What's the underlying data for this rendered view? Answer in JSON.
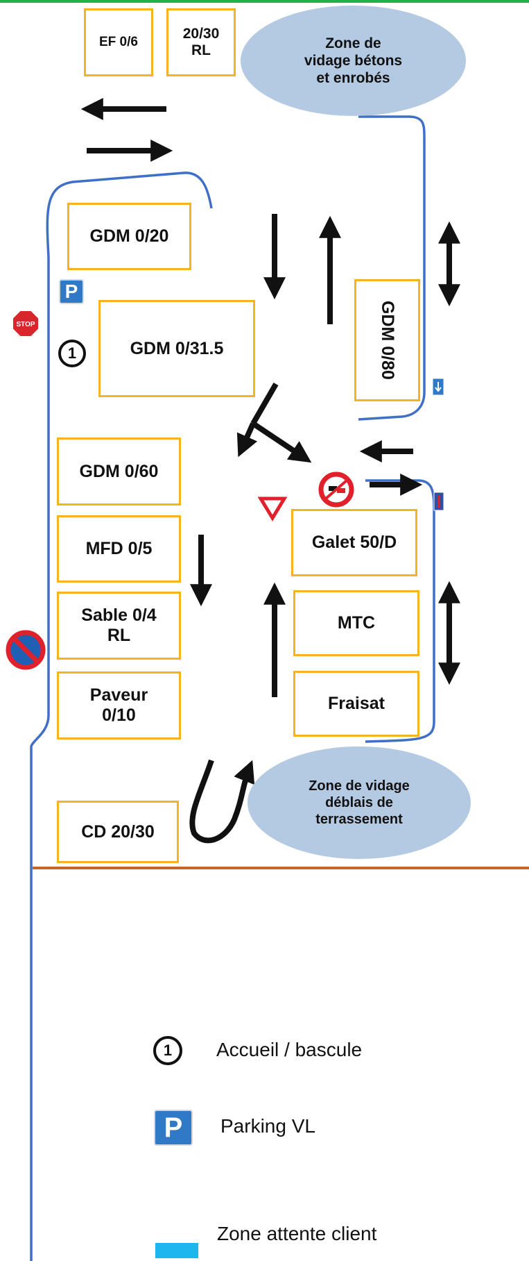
{
  "boxes": {
    "ef_0_6": "EF 0/6",
    "rl_20_30": "20/30\nRL",
    "gdm_0_20": "GDM 0/20",
    "gdm_0_31_5": "GDM 0/31.5",
    "gdm_0_80": "GDM 0/80",
    "gdm_0_60": "GDM 0/60",
    "mfd_0_5": "MFD 0/5",
    "sable_0_4": "Sable 0/4\nRL",
    "paveur_0_10": "Paveur\n0/10",
    "cd_20_30": "CD 20/30",
    "galet_50_d": "Galet 50/D",
    "mtc": "MTC",
    "fraisat": "Fraisat"
  },
  "zones": {
    "betons": "Zone de\nvidage bétons\net enrobés",
    "deblais": "Zone de vidage\ndéblais de\nterrassement"
  },
  "icons": {
    "stop_text": "STOP",
    "parking_letter": "P",
    "accueil_number": "1"
  },
  "legend": {
    "accueil_number": "1",
    "accueil": "Accueil / bascule",
    "parking_letter": "P",
    "parking": "Parking VL",
    "attente": "Zone attente client"
  },
  "colors": {
    "box_border": "#f5b31f",
    "zone_fill": "#b4c9e2",
    "route_line": "#3f6fc6",
    "divider": "#c8652a",
    "top_bar": "#22b24c",
    "attente_swatch": "#1eb6ef"
  }
}
